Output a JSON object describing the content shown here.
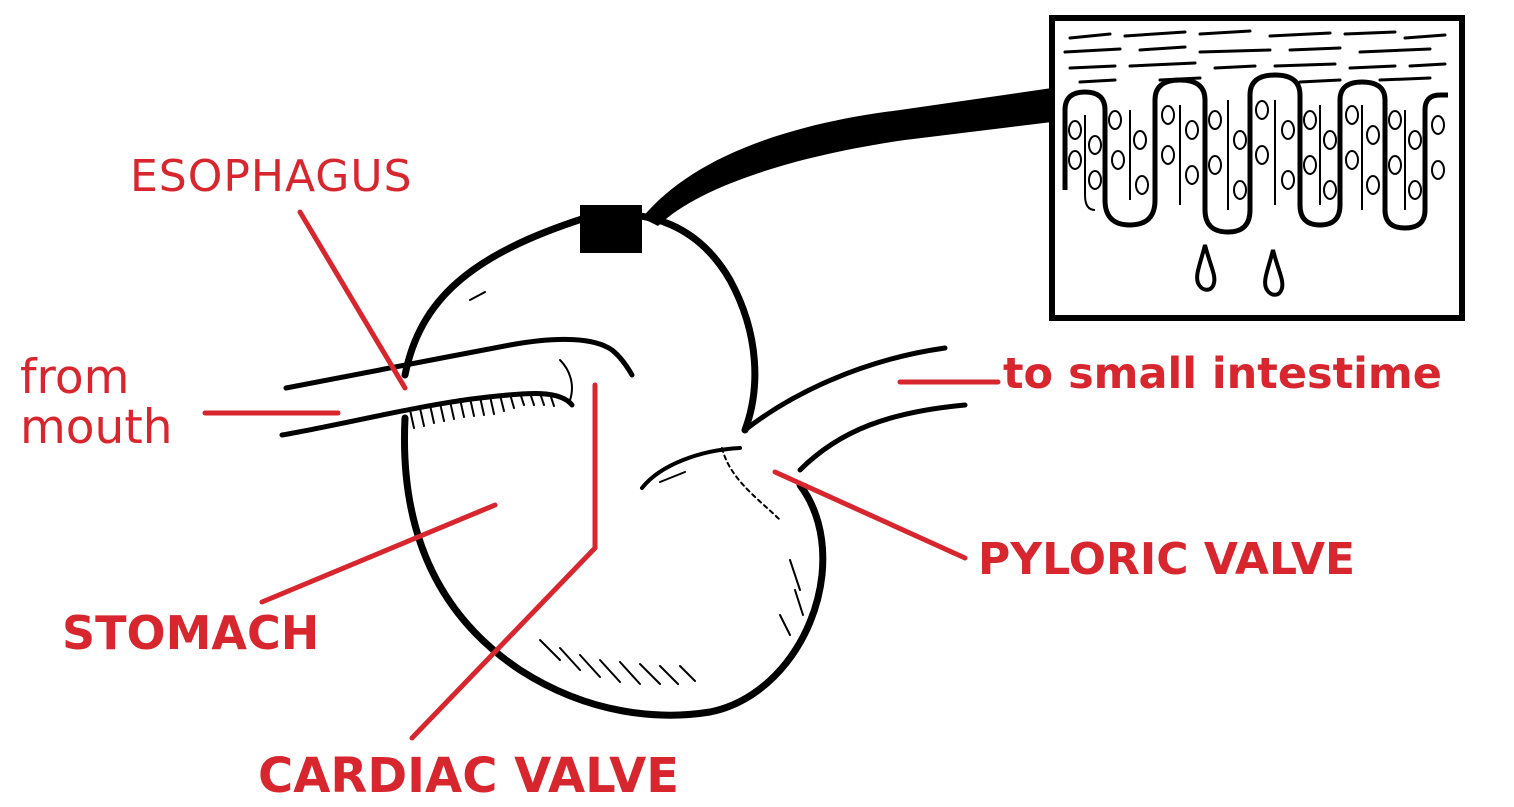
{
  "labels": {
    "esophagus": "ESOPHAGUS",
    "from_mouth_line1": "from",
    "from_mouth_line2": "mouth",
    "to_small_intestine": "to small intestime",
    "pyloric_valve": "PYLORIC VALVE",
    "stomach": "STOMACH",
    "cardiac_valve": "CARDIAC VALVE"
  },
  "colors": {
    "label_red": "#d7262e",
    "ink": "#000000",
    "background": "#ffffff"
  }
}
